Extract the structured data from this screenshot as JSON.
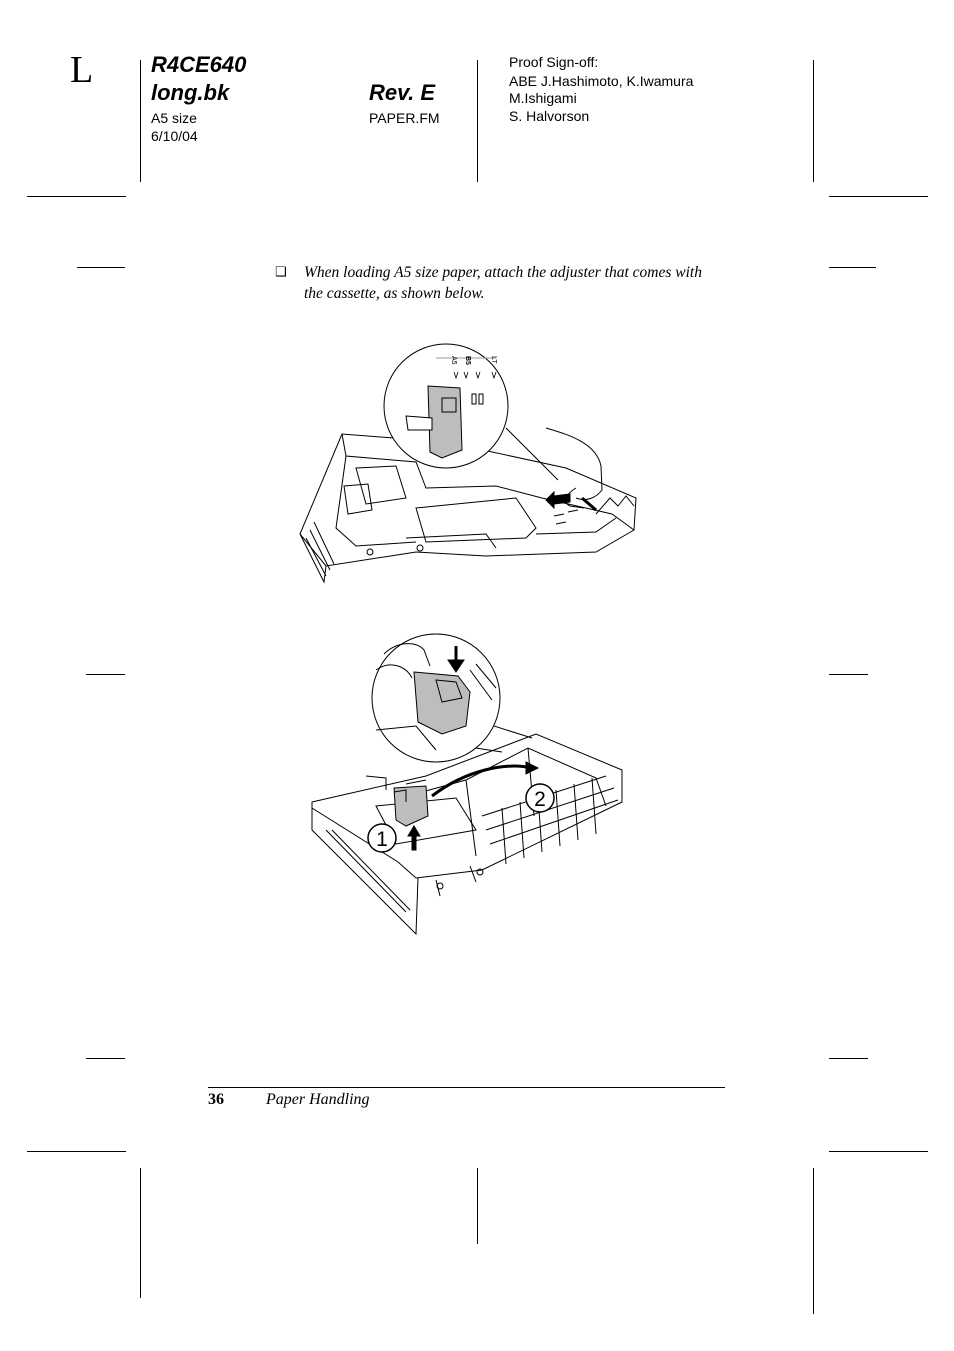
{
  "header": {
    "corner_letter": "L",
    "model": "R4CE640",
    "book": "long.bk",
    "paper_size": "A5 size",
    "date": "6/10/04",
    "revision": "Rev. E",
    "file": "PAPER.FM",
    "proof_title": "Proof Sign-off:",
    "proof_line1": "ABE J.Hashimoto, K.Iwamura",
    "proof_line2": "M.Ishigami",
    "proof_line3": "S. Halvorson"
  },
  "content": {
    "bullet": "❑",
    "note_line1": "When loading A5 size paper, attach the adjuster that comes with",
    "note_line2": "the cassette, as shown below."
  },
  "figure1": {
    "size_labels": [
      "A5",
      "B5",
      "LT"
    ]
  },
  "figure2": {
    "step1": "1",
    "step2": "2"
  },
  "footer": {
    "page_number": "36",
    "section": "Paper Handling"
  }
}
